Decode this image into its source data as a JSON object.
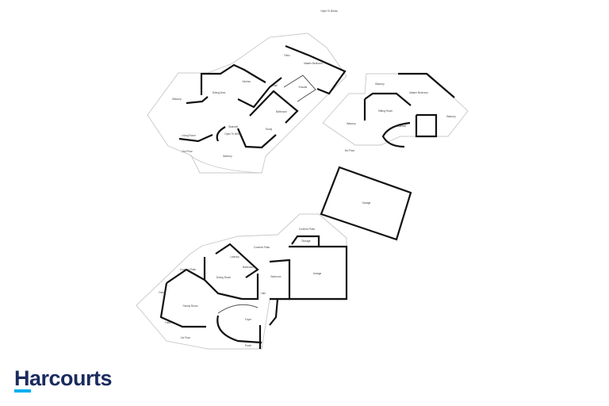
{
  "upper_floor": {
    "note": "Open To Below",
    "rooms": [
      "Patio",
      "Master Bedroom",
      "Kitchen",
      "Dining Area",
      "Balcony",
      "Hall",
      "Ensuite",
      "Bathroom",
      "Living Room",
      "Stairwell",
      "Open To Below",
      "Study",
      "Balcony",
      "2nd Floor"
    ]
  },
  "top_floor": {
    "rooms": [
      "Balcony",
      "Master Bedroom",
      "Sitting Room",
      "Balcony",
      "Stairwell",
      "Balcony",
      "3rd Floor"
    ]
  },
  "ground_floor": {
    "rooms": [
      "Garage",
      "Covered Patio",
      "Storage",
      "Covered Patio",
      "Laundry",
      "Bathroom",
      "Covered Patio",
      "Dining Room",
      "Bedroom",
      "Garage",
      "Patio",
      "Family Room",
      "Hall",
      "Foyer",
      "Patio",
      "1st Floor",
      "Porch"
    ]
  },
  "brand": {
    "name": "Harcourts",
    "accent": "#00aeef",
    "color": "#1a2b5f"
  }
}
